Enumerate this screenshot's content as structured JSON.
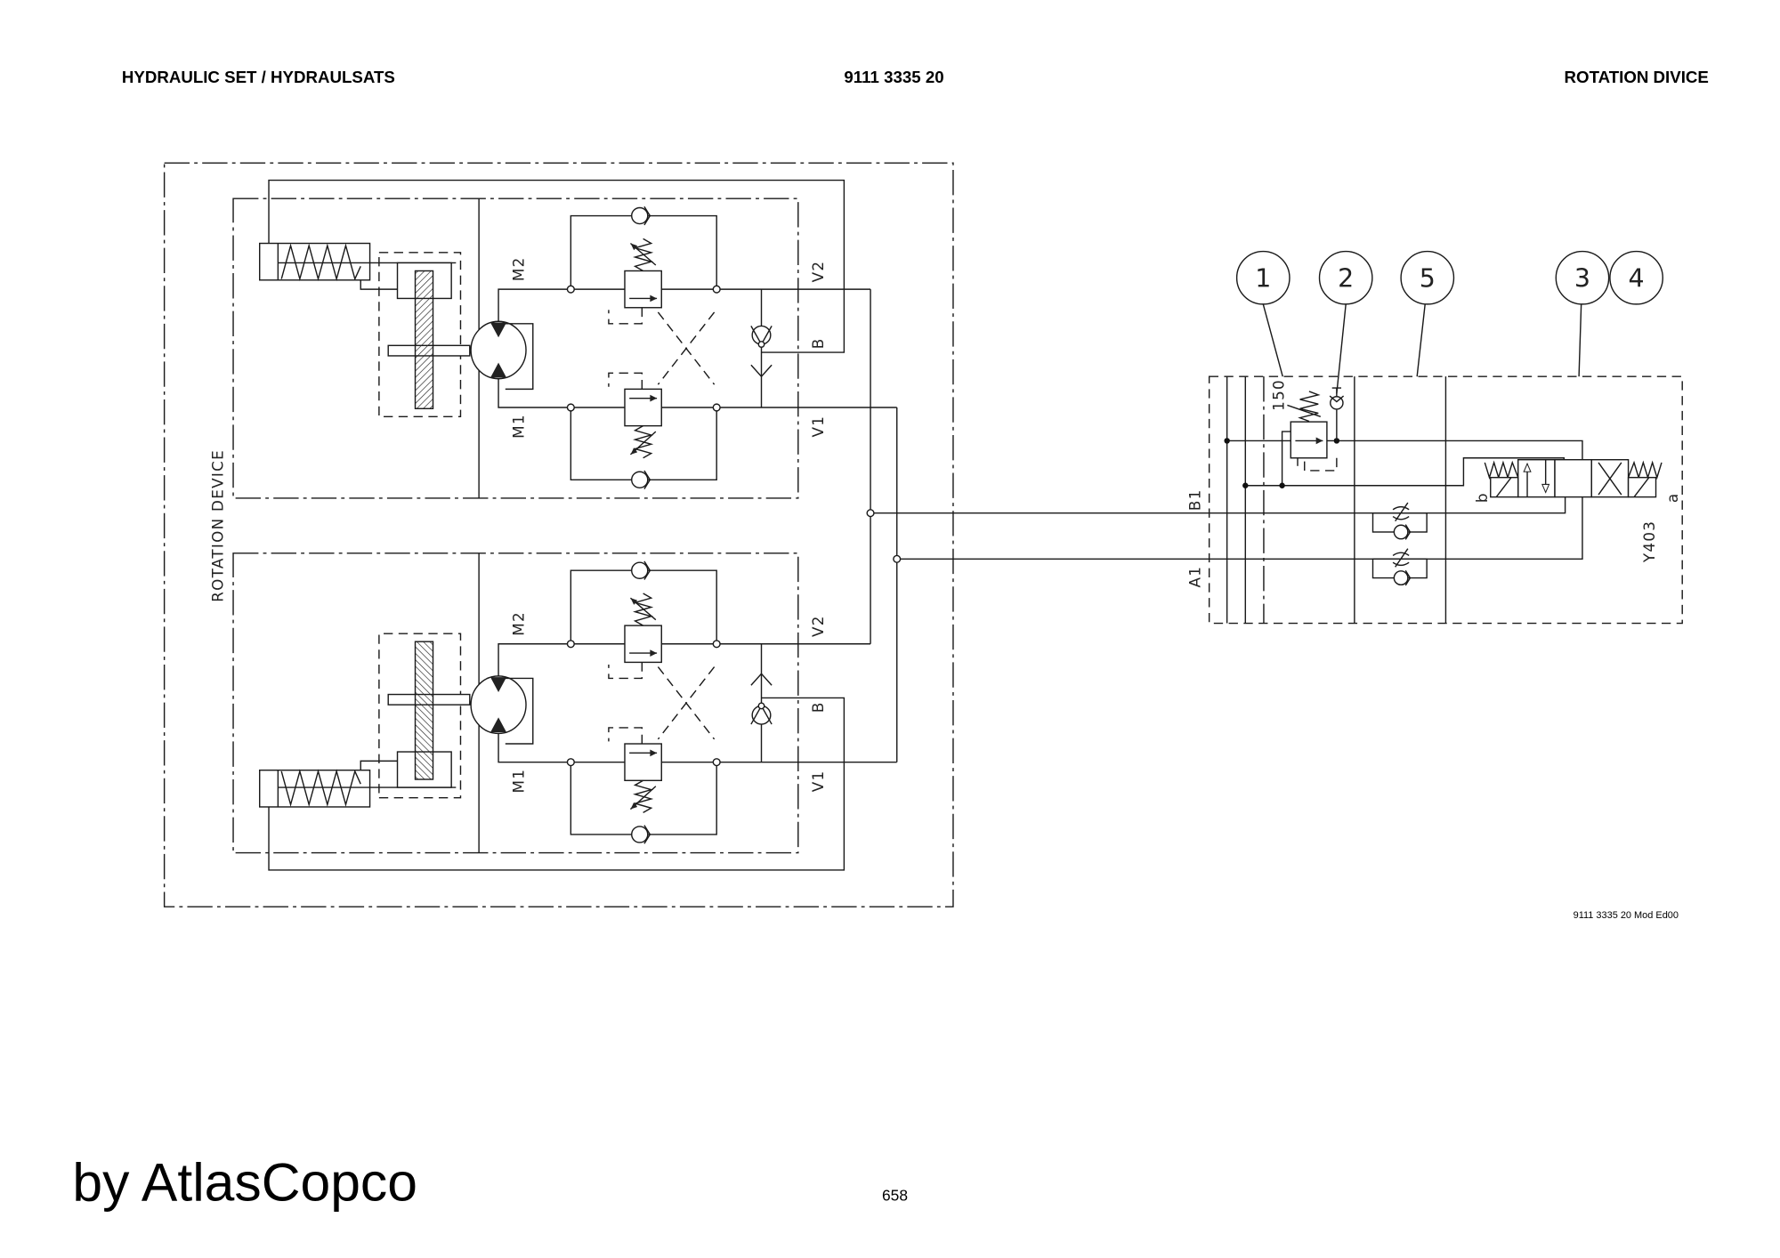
{
  "header": {
    "title": "HYDRAULIC SET / HYDRAULSATS",
    "part_number": "9111 3335 20",
    "section": "ROTATION DIVICE"
  },
  "diagram": {
    "enclosure_label": "ROTATION DEVICE",
    "ports": {
      "m2": "M2",
      "m1": "M1",
      "v2": "V2",
      "v1": "V1",
      "b": "B"
    },
    "balloons": [
      "1",
      "2",
      "5",
      "3",
      "4"
    ],
    "relief_setting": "150",
    "block_ports": {
      "b1": "B1",
      "a1": "A1"
    },
    "solenoid_b": "b",
    "solenoid_a": "a",
    "valve_tag": "Y403"
  },
  "footer": {
    "drawing_ref": "9111 3335 20 Mod Ed00",
    "brand": "by AtlasCopco",
    "page_number": "658"
  }
}
